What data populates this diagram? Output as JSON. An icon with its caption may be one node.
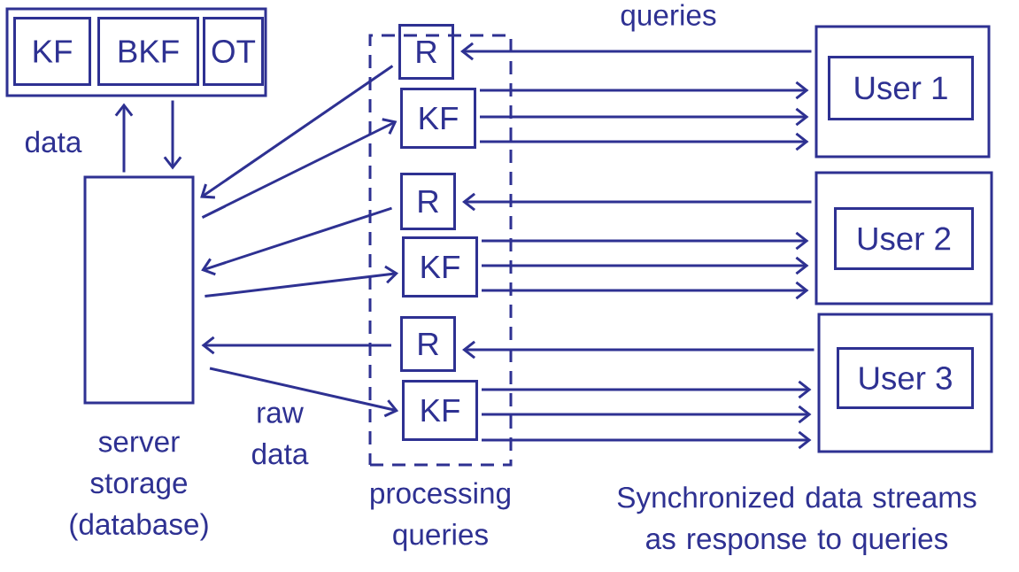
{
  "diagram": {
    "nodes": [
      {
        "text": [],
        "shape": "box"
      },
      {
        "text": [
          "KF"
        ],
        "in": 0
      },
      {
        "text": [
          "BKF"
        ],
        "in": 0
      },
      {
        "text": [
          "OT"
        ],
        "in": 0
      },
      {
        "text": [
          "server storage (database)"
        ]
      },
      {
        "text": [
          "processing queries"
        ]
      },
      {
        "text": [
          "R"
        ],
        "in": 5
      },
      {
        "text": [
          "KF"
        ],
        "in": 5
      },
      {
        "text": [
          "R"
        ],
        "in": 5
      },
      {
        "text": [
          "KF"
        ],
        "in": 5
      },
      {
        "text": [
          "R"
        ],
        "in": 5
      },
      {
        "text": [
          "KF"
        ],
        "in": 5
      },
      {
        "text": [],
        "shape": "box"
      },
      {
        "text": [
          "User 1"
        ],
        "in": 12
      },
      {
        "text": [],
        "shape": "box"
      },
      {
        "text": [
          "User 2"
        ],
        "in": 14
      },
      {
        "text": [],
        "shape": "box"
      },
      {
        "text": [
          "User 3"
        ],
        "in": 16
      }
    ],
    "edges": [
      {
        "from": 4,
        "to": 0,
        "arrow": "to",
        "label": "data"
      },
      {
        "from": 0,
        "to": 4,
        "arrow": "to"
      },
      {
        "from": 6,
        "to": 4,
        "arrow": "to"
      },
      {
        "from": 4,
        "to": 7,
        "arrow": "to"
      },
      {
        "from": 8,
        "to": 4,
        "arrow": "to"
      },
      {
        "from": 4,
        "to": 9,
        "arrow": "to"
      },
      {
        "from": 10,
        "to": 4,
        "arrow": "to"
      },
      {
        "from": 4,
        "to": 11,
        "arrow": "to",
        "label": "raw data"
      },
      {
        "from": 12,
        "to": 6,
        "arrow": "to",
        "label": "queries"
      },
      {
        "from": 7,
        "to": 12,
        "arrow": "to"
      },
      {
        "from": 7,
        "to": 12,
        "arrow": "to"
      },
      {
        "from": 7,
        "to": 12,
        "arrow": "to"
      },
      {
        "from": 14,
        "to": 8,
        "arrow": "to"
      },
      {
        "from": 9,
        "to": 14,
        "arrow": "to"
      },
      {
        "from": 9,
        "to": 14,
        "arrow": "to"
      },
      {
        "from": 9,
        "to": 14,
        "arrow": "to"
      },
      {
        "from": 16,
        "to": 10,
        "arrow": "to"
      },
      {
        "from": 11,
        "to": 16,
        "arrow": "to"
      },
      {
        "from": 11,
        "to": 16,
        "arrow": "to"
      },
      {
        "from": 11,
        "to": 16,
        "arrow": "to"
      }
    ],
    "labels": [
      "Synchronized data streams as response to queries"
    ]
  }
}
